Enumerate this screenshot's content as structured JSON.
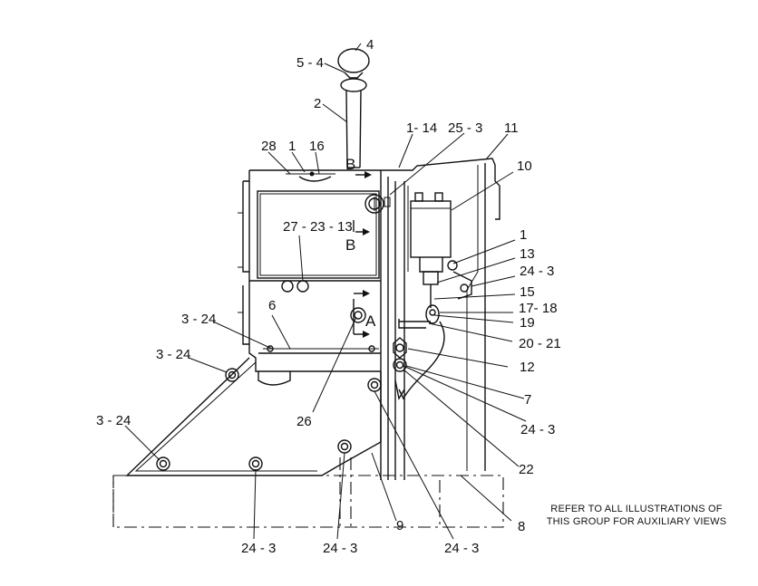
{
  "callouts": {
    "c4": "4",
    "c5_4": "5 - 4",
    "c2": "2",
    "c1_14": "1- 14",
    "c25_3": "25 - 3",
    "c11": "11",
    "c28": "28",
    "c1_top": "1",
    "c16": "16",
    "c10": "10",
    "c27_23_13": "27 - 23 - 13",
    "c1_right": "1",
    "c13": "13",
    "c24_3_r1": "24 - 3",
    "c15": "15",
    "c17_18": "17- 18",
    "c19": "19",
    "c20_21": "20 - 21",
    "c3_24_a": "3 - 24",
    "c6": "6",
    "c3_24_b": "3 - 24",
    "c12": "12",
    "c7": "7",
    "c24_3_r2": "24 - 3",
    "c3_24_c": "3 - 24",
    "c26": "26",
    "c22": "22",
    "c8": "8",
    "c24_3_b1": "24 - 3",
    "c24_3_b2": "24 - 3",
    "c9": "9",
    "c24_3_b3": "24 - 3"
  },
  "views": {
    "b_top": "B",
    "b_bottom": "B",
    "a": "A"
  },
  "note": {
    "line1": "REFER TO ALL ILLUSTRATIONS OF",
    "line2": "THIS GROUP FOR AUXILIARY VIEWS"
  }
}
